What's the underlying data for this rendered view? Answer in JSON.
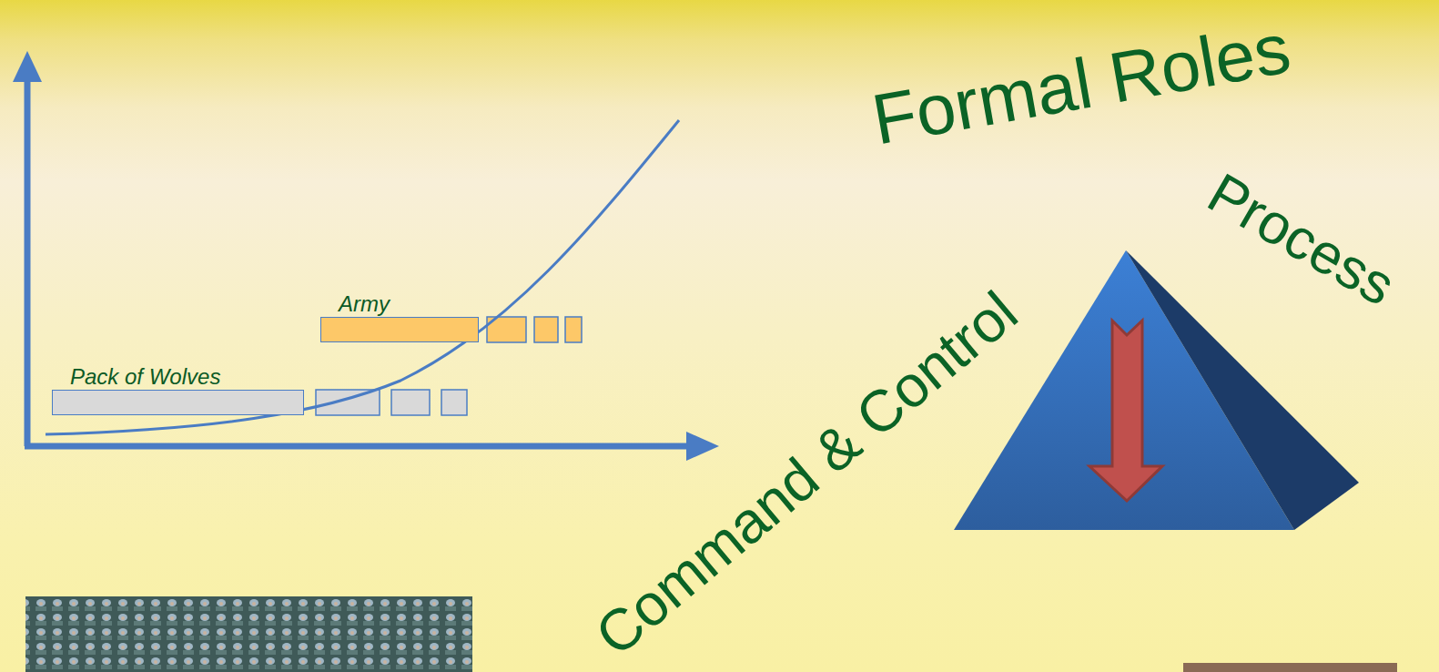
{
  "diagram": {
    "title": "Formal Roles",
    "nodes": [
      {
        "text": [
          "Army"
        ]
      },
      {
        "text": [
          "Pack of Wolves"
        ]
      }
    ],
    "labels": [
      "Command & Control",
      "Process"
    ]
  }
}
